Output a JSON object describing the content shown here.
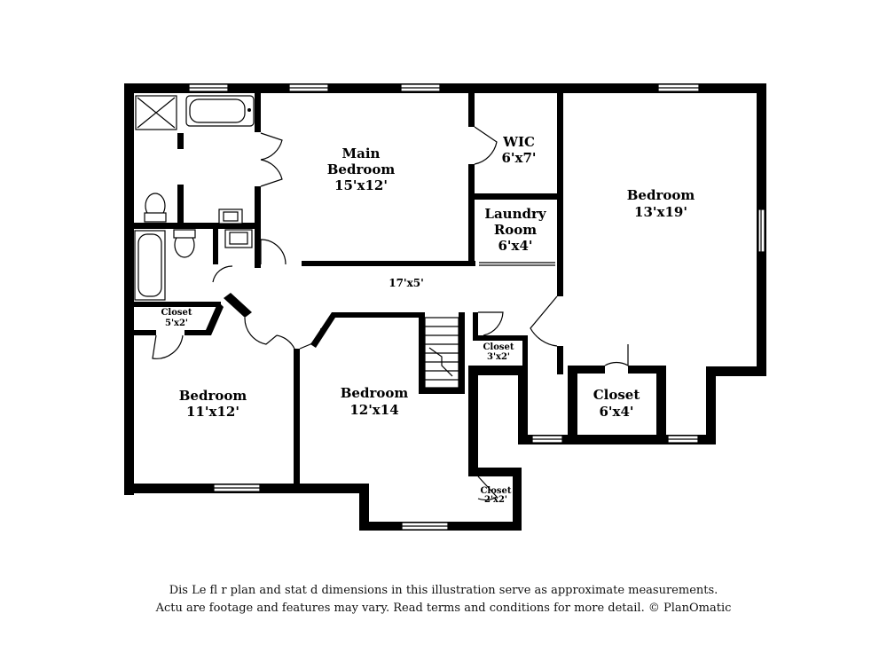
{
  "rooms": {
    "main_bedroom": {
      "name_line1": "Main",
      "name_line2": "Bedroom",
      "size": "15'x12'"
    },
    "wic": {
      "name": "WIC",
      "size": "6'x7'"
    },
    "laundry": {
      "name_line1": "Laundry",
      "name_line2": "Room",
      "size": "6'x4'"
    },
    "bedroom_ne": {
      "name": "Bedroom",
      "size": "13'x19'"
    },
    "hall": {
      "size": "17'x5'"
    },
    "closet_w": {
      "name": "Closet",
      "size": "5'x2'"
    },
    "closet_center": {
      "name": "Closet",
      "size": "3'x2'"
    },
    "closet_ne": {
      "name": "Closet",
      "size": "6'x4'"
    },
    "bedroom_sw": {
      "name": "Bedroom",
      "size": "11'x12'"
    },
    "bedroom_s": {
      "name": "Bedroom",
      "size": "12'x14"
    },
    "closet_s": {
      "name": "Closet",
      "size": "2'x2'"
    }
  },
  "disclaimer": {
    "line1": "Dis      Le fl  r plan and stat d dimensions in this illustration serve as approximate measurements.",
    "line2": "Actu      are footage and features may vary. Read terms and conditions for more detail. © PlanOmatic"
  }
}
